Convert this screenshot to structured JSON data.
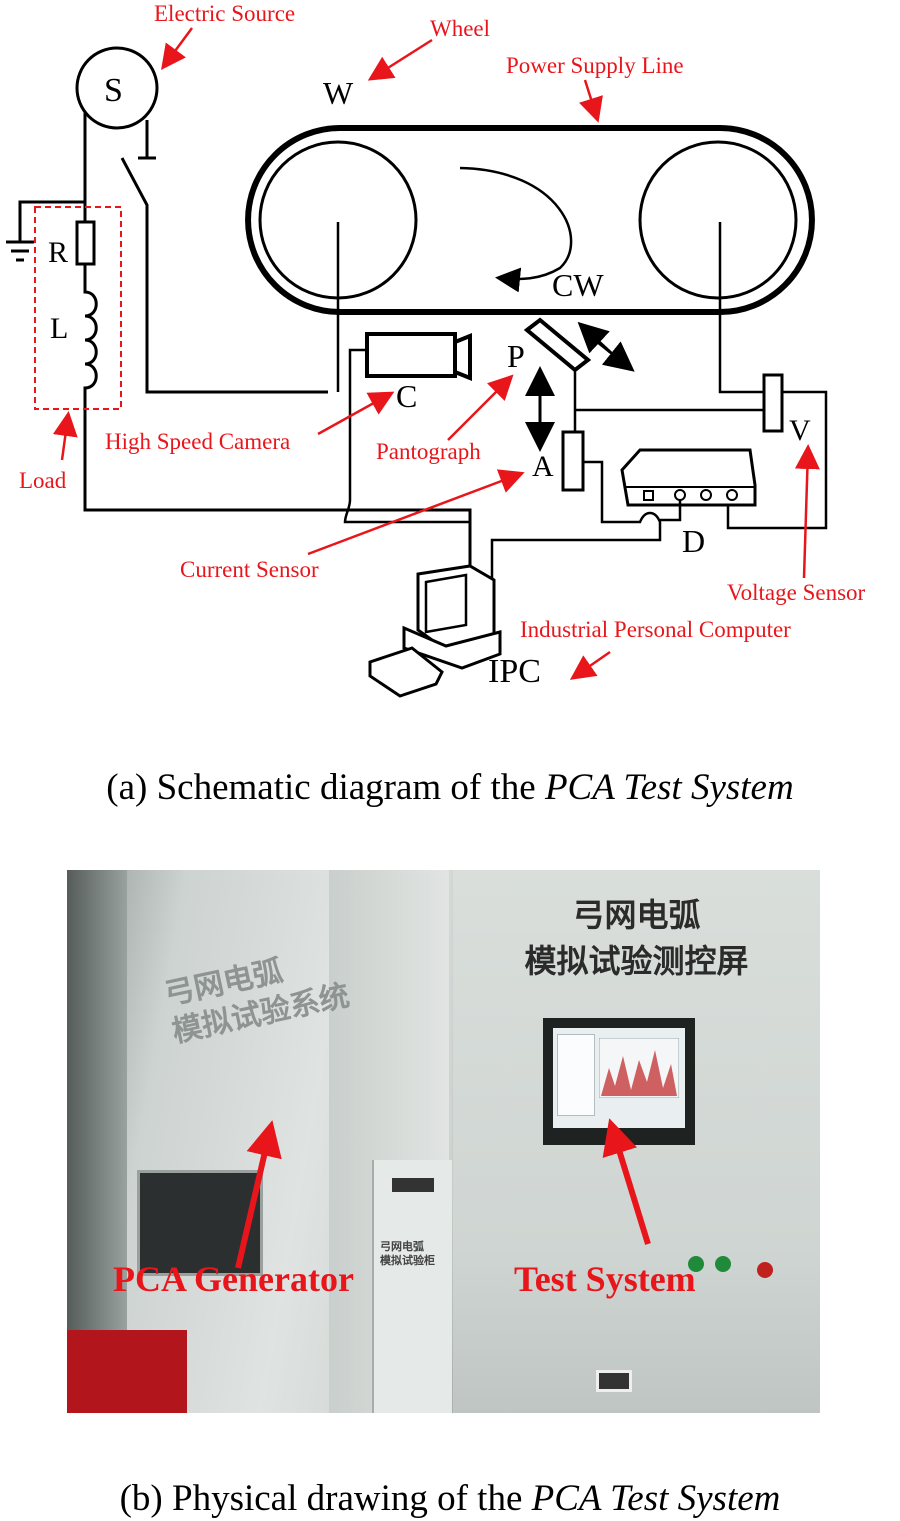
{
  "diagram": {
    "labels": {
      "electric_source": "Electric Source",
      "wheel": "Wheel",
      "power_supply_line": "Power Supply Line",
      "load": "Load",
      "high_speed_camera": "High Speed Camera",
      "pantograph": "Pantograph",
      "current_sensor": "Current Sensor",
      "voltage_sensor": "Voltage Sensor",
      "industrial_pc": "Industrial Personal Computer"
    },
    "symbols": {
      "source": "S",
      "wheel": "W",
      "resistor": "R",
      "inductor": "L",
      "contact_wire": "CW",
      "camera": "C",
      "pantograph": "P",
      "ammeter": "A",
      "voltmeter": "V",
      "daq": "D",
      "ipc": "IPC"
    },
    "colors": {
      "annotation": "#e8161b",
      "line": "#000000"
    }
  },
  "caption_a": {
    "prefix": "(a) Schematic diagram of the ",
    "italic": "PCA Test System"
  },
  "photo": {
    "label_generator": "PCA Generator",
    "label_test_system": "Test System",
    "panel_title_line1": "弓网电弧",
    "panel_title_line2": "模拟试验测控屏",
    "cabinet_text_line1": "弓网电弧",
    "cabinet_text_line2": "模拟试验系统",
    "small_panel_line1": "弓网电弧",
    "small_panel_line2": "模拟试验柜"
  },
  "caption_b": {
    "prefix": "(b) Physical drawing of the ",
    "italic": "PCA Test System"
  }
}
